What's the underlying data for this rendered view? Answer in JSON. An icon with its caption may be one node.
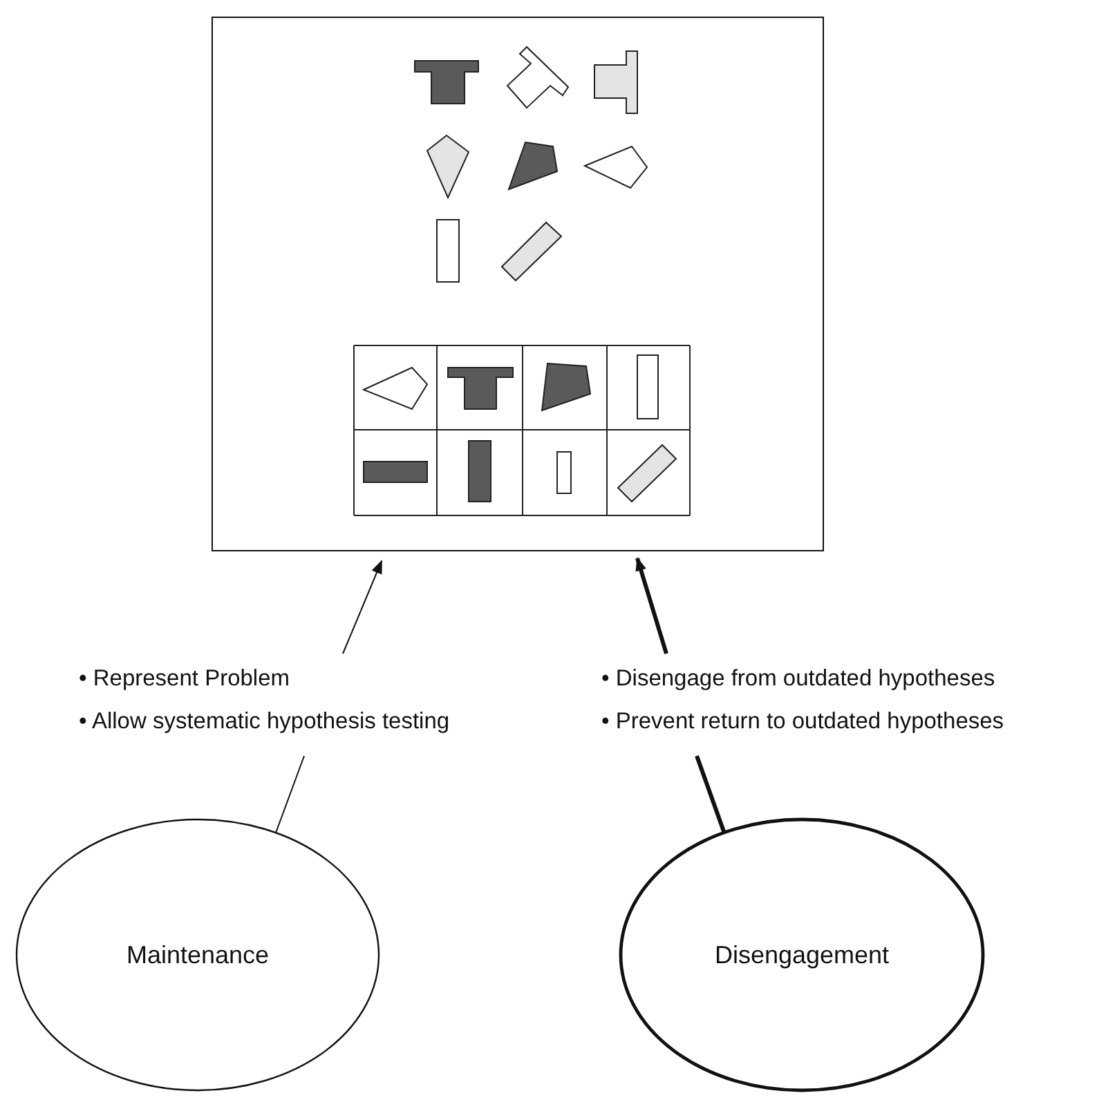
{
  "diagram": {
    "nodes": [
      {
        "text": [],
        "shape": "picture"
      },
      {
        "text": [
          "• Represent Problem",
          "• Allow systematic hypothesis testing"
        ]
      },
      {
        "text": [
          "• Disengage from outdated hypotheses",
          "• Prevent return to outdated hypotheses"
        ]
      },
      {
        "text": [
          "Maintenance"
        ]
      },
      {
        "text": [
          "Disengagement"
        ]
      }
    ],
    "edges": [
      {
        "from": 3,
        "to": 1,
        "arrow": "none"
      },
      {
        "from": 1,
        "to": 0,
        "arrow": "to"
      },
      {
        "from": 4,
        "to": 2,
        "arrow": "none",
        "style": "thick"
      },
      {
        "from": 2,
        "to": 0,
        "arrow": "to",
        "style": "thick"
      }
    ]
  }
}
